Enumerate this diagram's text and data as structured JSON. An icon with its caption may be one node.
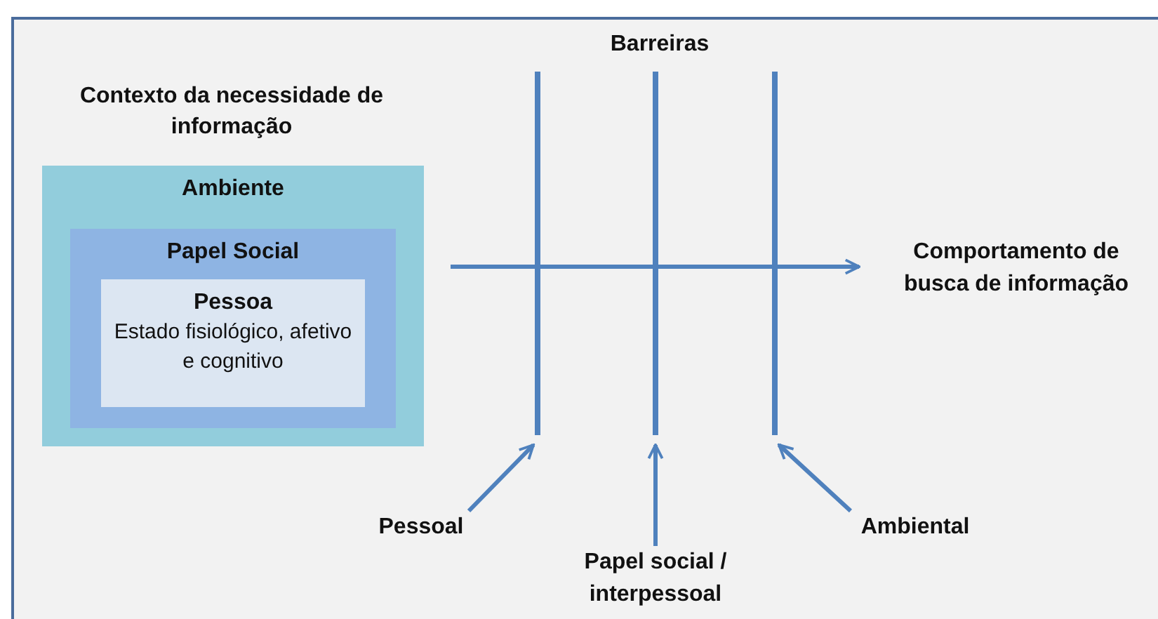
{
  "diagram": {
    "nodes": [
      {
        "text": [
          "Ambiente"
        ]
      },
      {
        "text": [
          "Papel Social"
        ],
        "in": 0
      },
      {
        "text": [
          "Pessoa",
          "Estado fisiológico, afetivo e cognitivo"
        ],
        "in": 1
      },
      {
        "text": [
          "Comportamento de busca de informação"
        ]
      },
      {
        "text": [],
        "shape": "bar"
      },
      {
        "text": [],
        "shape": "bar"
      },
      {
        "text": [],
        "shape": "bar"
      },
      {
        "text": [
          "Pessoal"
        ]
      },
      {
        "text": [
          "Papel social / interpessoal"
        ]
      },
      {
        "text": [
          "Ambiental"
        ]
      }
    ],
    "edges": [
      {
        "from": 0,
        "to": 3,
        "arrow": "to"
      },
      {
        "from": 7,
        "to": 4,
        "arrow": "to"
      },
      {
        "from": 8,
        "to": 5,
        "arrow": "to"
      },
      {
        "from": 9,
        "to": 6,
        "arrow": "to"
      }
    ],
    "labels": [
      "Contexto da necessidade de informação",
      "Barreiras"
    ]
  }
}
